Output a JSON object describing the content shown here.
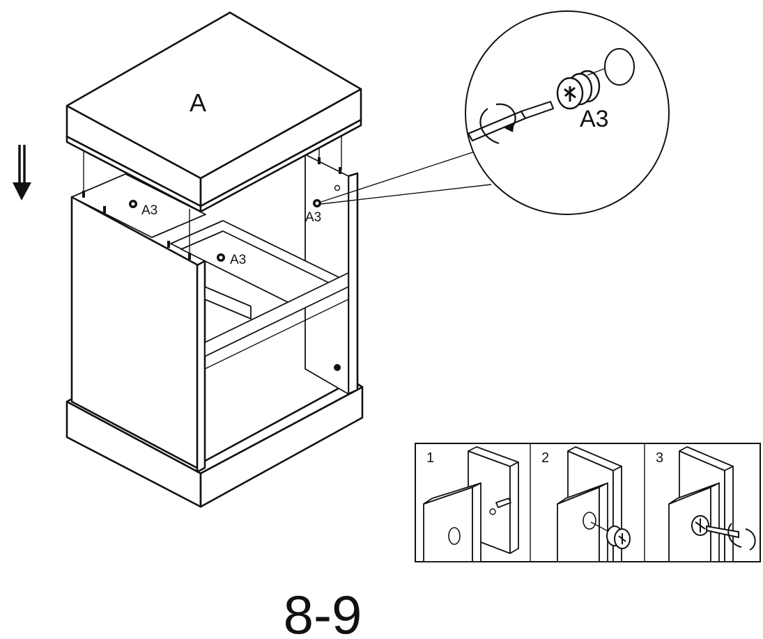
{
  "panel_label": "A",
  "part_labels": [
    "A3",
    "A3",
    "A3"
  ],
  "detail_label": "A3",
  "steps": [
    "1",
    "2",
    "3"
  ],
  "step_number": "8-9"
}
